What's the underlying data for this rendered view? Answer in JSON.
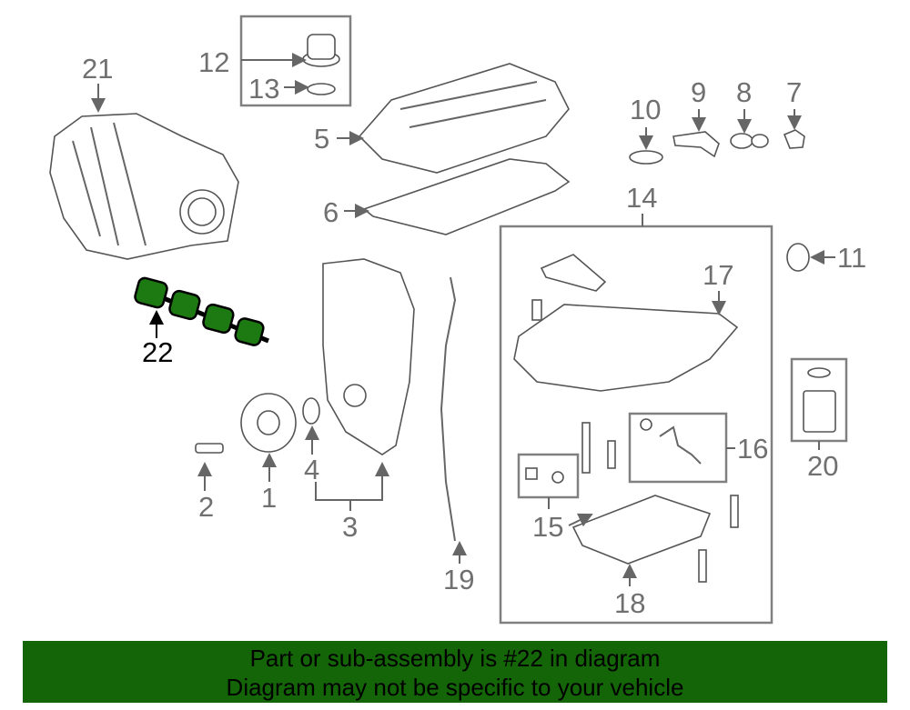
{
  "diagram": {
    "callouts": [
      "1",
      "2",
      "3",
      "4",
      "5",
      "6",
      "7",
      "8",
      "9",
      "10",
      "11",
      "12",
      "13",
      "14",
      "15",
      "16",
      "17",
      "18",
      "19",
      "20",
      "21",
      "22"
    ],
    "highlighted_part": "22",
    "highlight_color": "#1d7a12"
  },
  "banner": {
    "line1": "Part or sub-assembly is #22 in diagram",
    "line2": "Diagram may not be specific to your vehicle",
    "color": "#146408"
  }
}
